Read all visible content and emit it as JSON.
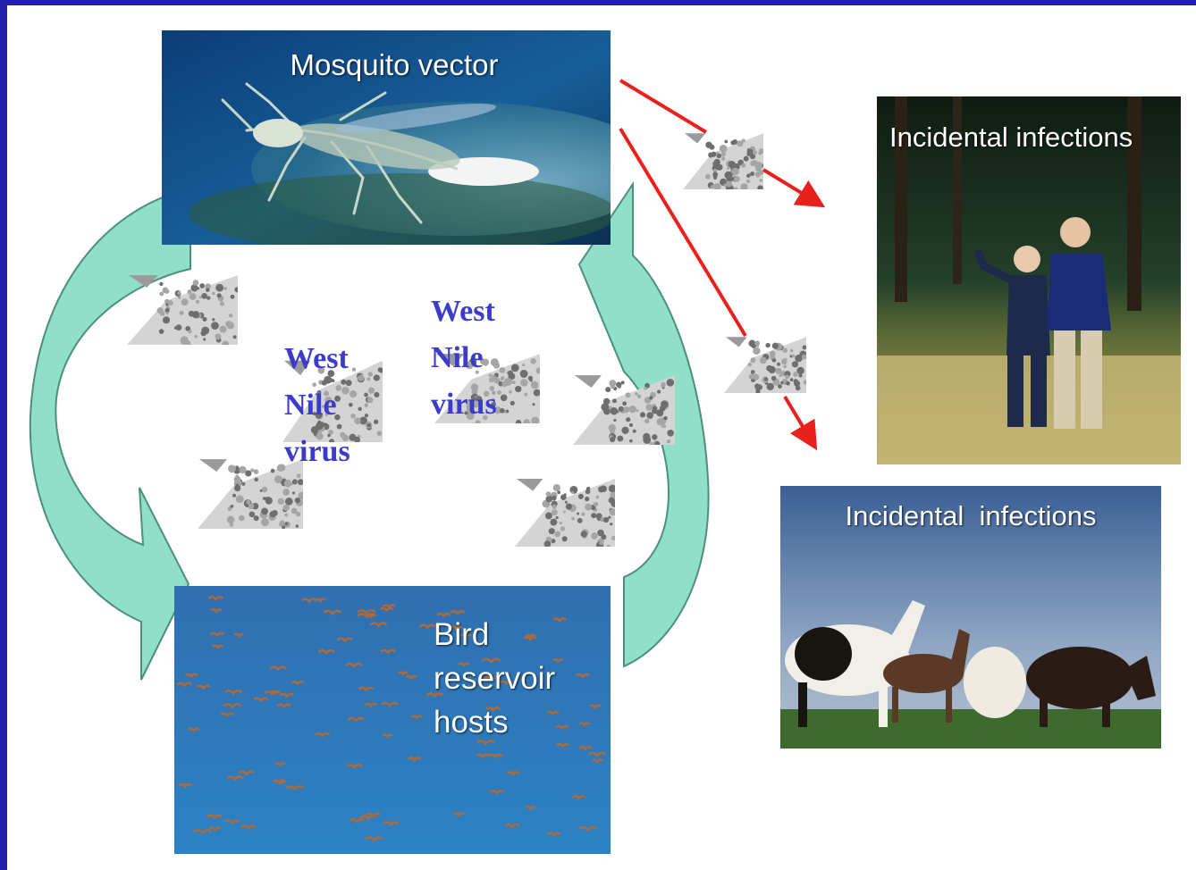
{
  "mosquito": {
    "caption": "Mosquito vector"
  },
  "birds": {
    "caption_line1": "Bird",
    "caption_line2": "reservoir",
    "caption_line3": "hosts"
  },
  "people": {
    "caption": "Incidental infections"
  },
  "horses": {
    "caption": "Incidental  infections"
  },
  "virus_label_1": {
    "line1": "West",
    "line2": "Nile",
    "line3": "virus"
  },
  "virus_label_2": {
    "line1": "West",
    "line2": "Nile",
    "line3": "virus"
  },
  "colors": {
    "frame": "#2222a8",
    "cycle_arrow": "#8fe0c6",
    "transmission_arrow": "#e8211c",
    "label": "#3b3bcc"
  }
}
